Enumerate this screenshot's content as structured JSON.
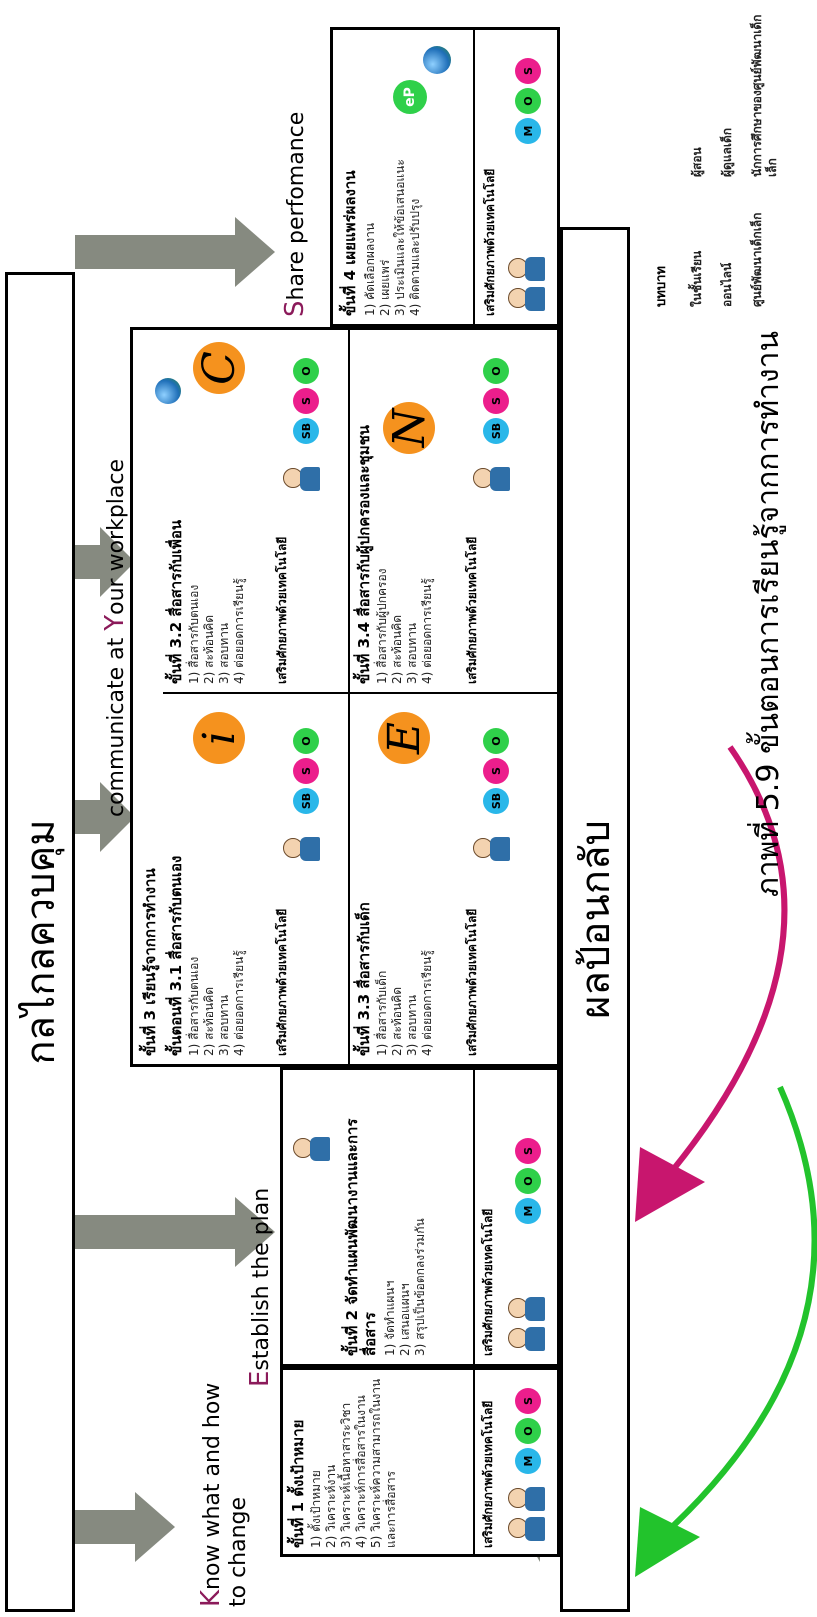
{
  "top_bar_label": "กลไกลควบคุม",
  "bottom_bar_label": "ผลป้อนกลับ",
  "caption": "ภาพที่ 5.9 ขั้นตอนการเรียนรู้จากการทำงาน",
  "phases": {
    "know": {
      "cap": "K",
      "rest": "now what and how",
      "line2": "to change"
    },
    "establish": {
      "cap": "E",
      "rest": "stablish the plan"
    },
    "communicate": {
      "pre": "communicate at ",
      "cap": "Y",
      "rest": "our workplace"
    },
    "share": {
      "cap": "S",
      "rest": "hare perfomance"
    }
  },
  "step1": {
    "title": "ขั้นที่ 1 ตั้งเป้าหมาย",
    "items": [
      "1) ตั้งเป้าหมาย",
      "2) วิเคราะห์งาน",
      "3) วิเคราะห์เนื้อหาสาระวิชา",
      "4) วิเคราะห์การสื่อสารในงาน",
      "5) วิเคราะห์ความสามารถในงานและการสื่อสาร"
    ],
    "tech": "เสริมศักยภาพด้วยเทคโนโลยี",
    "badges": [
      "M",
      "O",
      "S"
    ]
  },
  "step2": {
    "title": "ขั้นที่ 2 จัดทำแผนพัฒนางานและการสื่อสาร",
    "items": [
      "1) จัดทำแผนฯ",
      "2) เสนอแผนฯ",
      "3) สรุปเป็นข้อตกลงร่วมกัน"
    ],
    "tech": "เสริมศักยภาพด้วยเทคโนโลยี",
    "badges": [
      "M",
      "O",
      "S"
    ]
  },
  "step3": {
    "header": "ขั้นที่ 3 เรียนรู้จากการทำงาน",
    "s31": {
      "title": "ขั้นตอนที่ 3.1 สื่อสารกับตนเอง",
      "items": [
        "1) สื่อสารกับตนเอง",
        "2) สะท้อนคิด",
        "3) สอบทาน",
        "4) ต่อยอดการเรียนรู้"
      ],
      "letter": "i"
    },
    "s32": {
      "title": "ขั้นที่ 3.2 สื่อสารกับเพื่อน",
      "items": [
        "1) สื่อสารกับตนเอง",
        "2) สะท้อนคิด",
        "3) สอบทาน",
        "4) ต่อยอดการเรียนรู้"
      ],
      "letter": "C"
    },
    "s33": {
      "title": "ขั้นที่ 3.3 สื่อสารกับเด็ก",
      "items": [
        "1) สื่อสารกับเด็ก",
        "2) สะท้อนคิด",
        "3) สอบทาน",
        "4) ต่อยอดการเรียนรู้"
      ],
      "letter": "E"
    },
    "s34": {
      "title": "ขั้นที่ 3.4 สื่อสารกับผู้ปกครองและชุมชน",
      "items": [
        "1) สื่อสารกับผู้ปกครอง",
        "2) สะท้อนคิด",
        "3) สอบทาน",
        "4) ต่อยอดการเรียนรู้"
      ],
      "letter": "N"
    },
    "tech": "เสริมศักยภาพด้วยเทคโนโลยี",
    "badges": [
      "SB",
      "S",
      "O"
    ]
  },
  "step4": {
    "title": "ขั้นที่ 4 เผยแพร่ผลงาน",
    "items": [
      "1) คัดเลือกผลงาน",
      "2) เผยแพร่",
      "3) ประเมินและให้ข้อเสนอแนะ",
      "4) ติดตามและปรับปรุง"
    ],
    "ep": "eP",
    "tech": "เสริมศักยภาพด้วยเทคโนโลยี",
    "badges": [
      "M",
      "O",
      "S"
    ]
  },
  "legend": {
    "title": "บทบาท",
    "items": [
      "ในชั้นเรียน",
      "ออนไลน์",
      "ศูนย์พัฒนาเด็กเล็ก",
      "ผู้สอน",
      "ผู้ดูแลเด็ก",
      "นักการศึกษาของศูนย์พัฒนาเด็กเล็ก"
    ]
  },
  "colors": {
    "arrow": "#868a80",
    "badge_m": "#29b7e9",
    "badge_o": "#2fd04a",
    "badge_s": "#ec1e8c",
    "curve_green": "#22c32c",
    "curve_magenta": "#c8166e",
    "letter_circle": "#f5921e"
  }
}
